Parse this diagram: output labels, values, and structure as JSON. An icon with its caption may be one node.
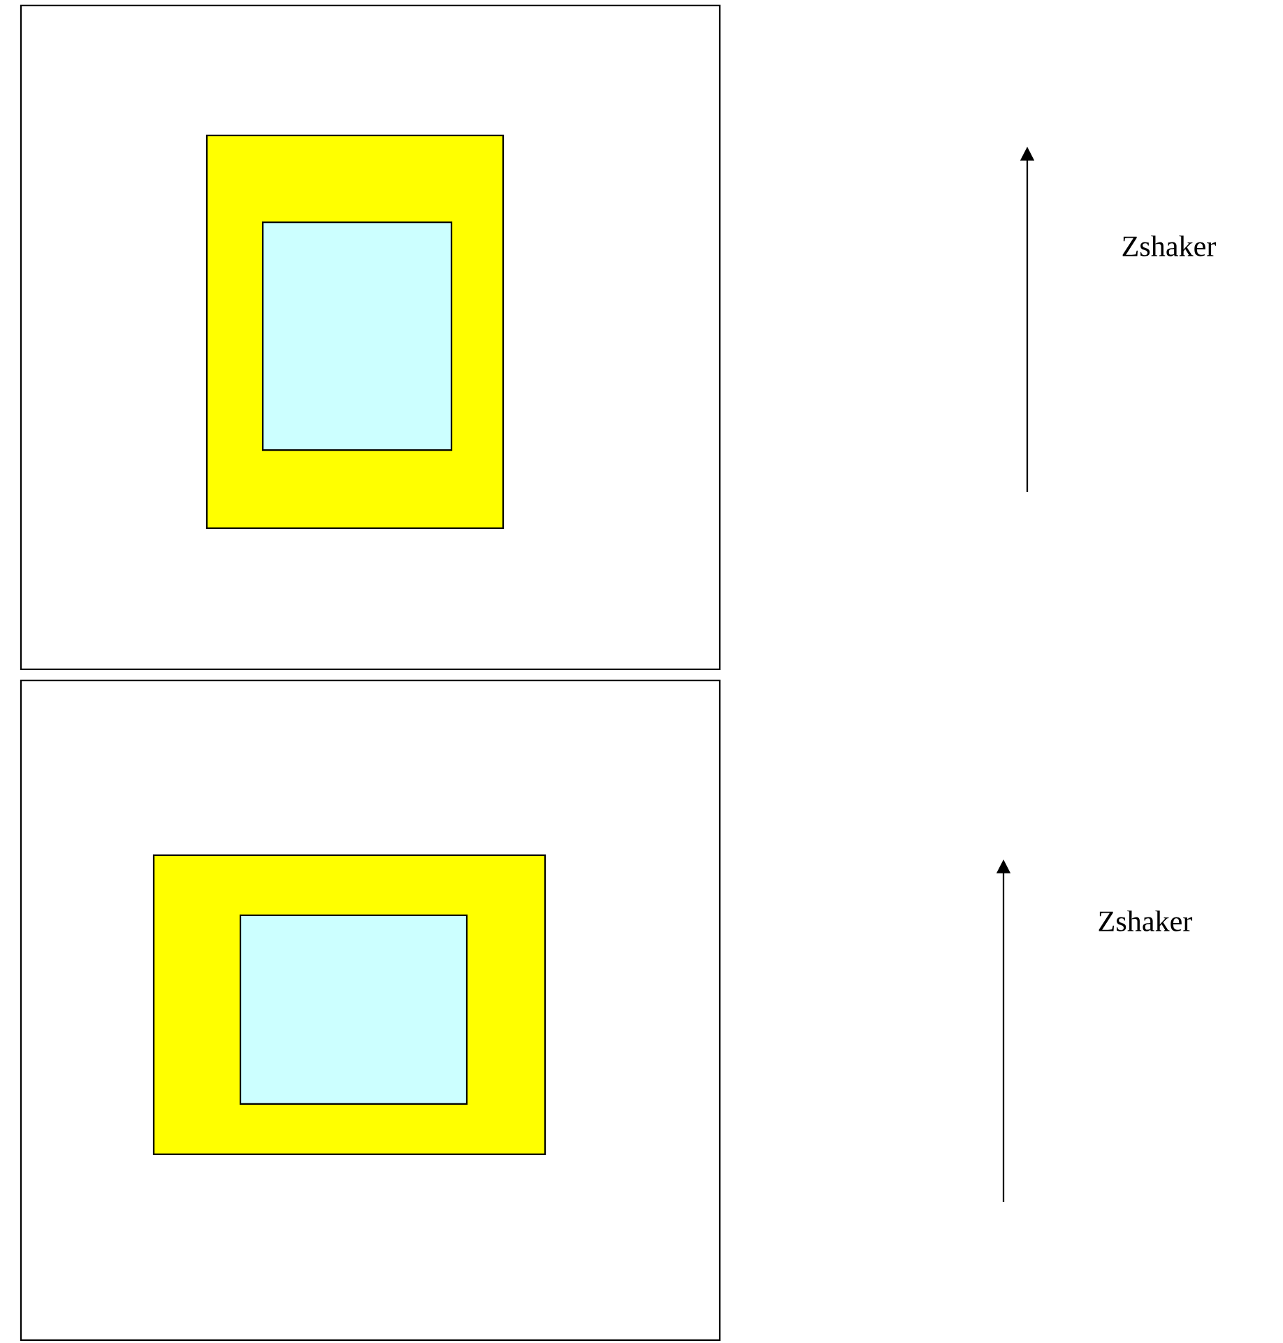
{
  "diagram": {
    "nodes": [
      {
        "text": [],
        "shape": "box"
      },
      {
        "text": [],
        "shape": "box",
        "in": 0
      },
      {
        "text": [],
        "shape": "box",
        "in": 1
      },
      {
        "text": [],
        "shape": "box"
      },
      {
        "text": [],
        "shape": "box",
        "in": 3
      },
      {
        "text": [],
        "shape": "box",
        "in": 4
      }
    ],
    "labels": [
      "Zshaker",
      "Zshaker"
    ]
  }
}
